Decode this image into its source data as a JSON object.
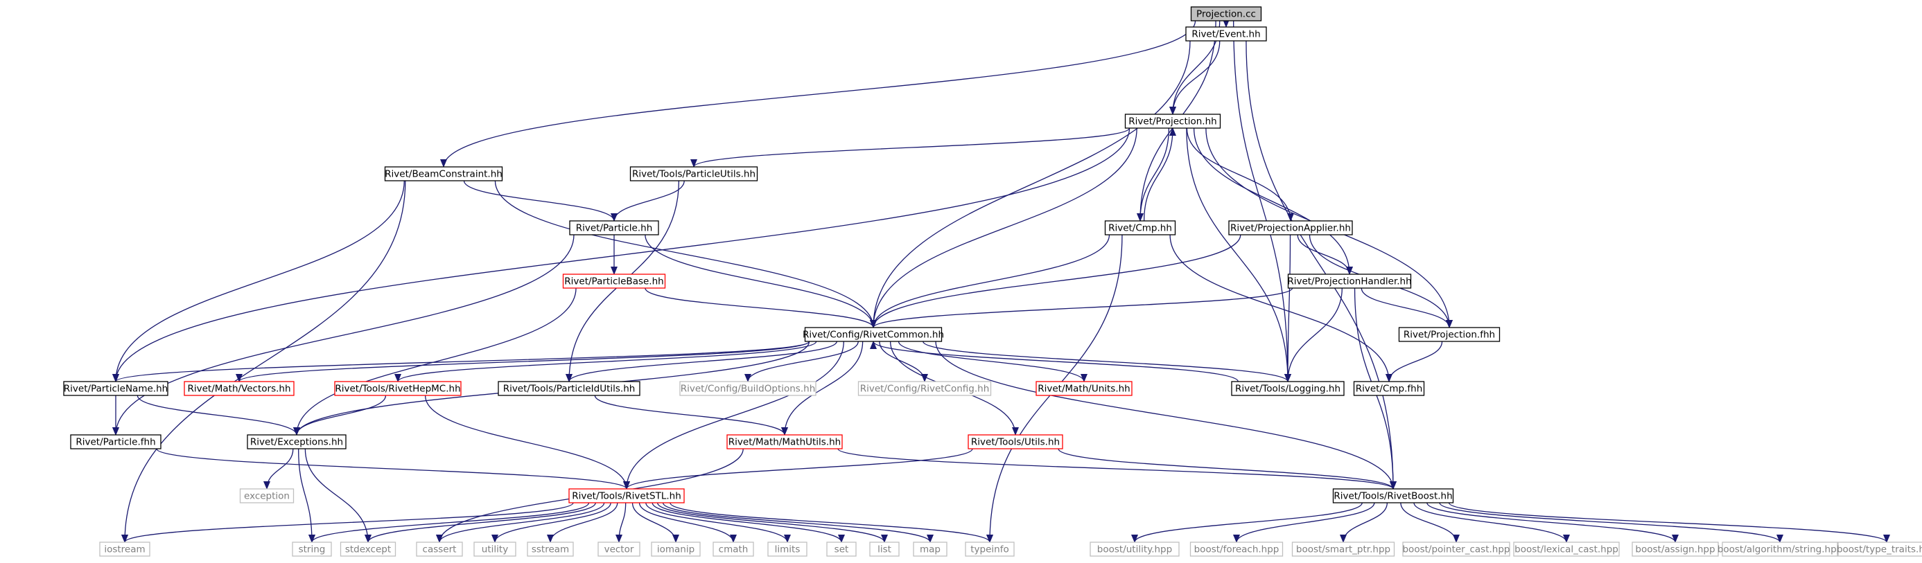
{
  "graph": {
    "colors": {
      "edge": "#191970",
      "normal": "#000000",
      "truncated": "#ff0000",
      "external": "#bfbfbf",
      "root_fill": "#bfbfbf"
    },
    "nodes": [
      {
        "id": "projection_cc",
        "label": "Projection.cc",
        "kind": "root"
      },
      {
        "id": "event_hh",
        "label": "Rivet/Event.hh",
        "kind": "normal"
      },
      {
        "id": "projection_hh",
        "label": "Rivet/Projection.hh",
        "kind": "normal"
      },
      {
        "id": "beamconstraint_hh",
        "label": "Rivet/BeamConstraint.hh",
        "kind": "normal"
      },
      {
        "id": "particleutils_hh",
        "label": "Rivet/Tools/ParticleUtils.hh",
        "kind": "normal"
      },
      {
        "id": "cmp_hh",
        "label": "Rivet/Cmp.hh",
        "kind": "normal"
      },
      {
        "id": "projectionapplier_hh",
        "label": "Rivet/ProjectionApplier.hh",
        "kind": "normal"
      },
      {
        "id": "particle_hh",
        "label": "Rivet/Particle.hh",
        "kind": "normal"
      },
      {
        "id": "projectionhandler_hh",
        "label": "Rivet/ProjectionHandler.hh",
        "kind": "normal"
      },
      {
        "id": "particlebase_hh",
        "label": "Rivet/ParticleBase.hh",
        "kind": "truncated"
      },
      {
        "id": "rivetcommon_hh",
        "label": "Rivet/Config/RivetCommon.hh",
        "kind": "normal"
      },
      {
        "id": "projection_fhh",
        "label": "Rivet/Projection.fhh",
        "kind": "normal"
      },
      {
        "id": "particlename_hh",
        "label": "Rivet/ParticleName.hh",
        "kind": "normal"
      },
      {
        "id": "vectors_hh",
        "label": "Rivet/Math/Vectors.hh",
        "kind": "truncated"
      },
      {
        "id": "rivethepmc_hh",
        "label": "Rivet/Tools/RivetHepMC.hh",
        "kind": "truncated"
      },
      {
        "id": "particleidutils_hh",
        "label": "Rivet/Tools/ParticleIdUtils.hh",
        "kind": "normal"
      },
      {
        "id": "buildoptions_hh",
        "label": "Rivet/Config/BuildOptions.hh",
        "kind": "external"
      },
      {
        "id": "rivetconfig_hh",
        "label": "Rivet/Config/RivetConfig.hh",
        "kind": "external"
      },
      {
        "id": "units_hh",
        "label": "Rivet/Math/Units.hh",
        "kind": "truncated"
      },
      {
        "id": "logging_hh",
        "label": "Rivet/Tools/Logging.hh",
        "kind": "normal"
      },
      {
        "id": "cmp_fhh",
        "label": "Rivet/Cmp.fhh",
        "kind": "normal"
      },
      {
        "id": "exceptions_hh",
        "label": "Rivet/Exceptions.hh",
        "kind": "normal"
      },
      {
        "id": "particle_fhh",
        "label": "Rivet/Particle.fhh",
        "kind": "normal"
      },
      {
        "id": "mathutils_hh",
        "label": "Rivet/Math/MathUtils.hh",
        "kind": "truncated"
      },
      {
        "id": "utils_hh",
        "label": "Rivet/Tools/Utils.hh",
        "kind": "truncated"
      },
      {
        "id": "exception",
        "label": "exception",
        "kind": "external"
      },
      {
        "id": "rivetstl_hh",
        "label": "Rivet/Tools/RivetSTL.hh",
        "kind": "truncated"
      },
      {
        "id": "rivetboost_hh",
        "label": "Rivet/Tools/RivetBoost.hh",
        "kind": "normal"
      },
      {
        "id": "iostream",
        "label": "iostream",
        "kind": "external"
      },
      {
        "id": "string",
        "label": "string",
        "kind": "external"
      },
      {
        "id": "stdexcept",
        "label": "stdexcept",
        "kind": "external"
      },
      {
        "id": "cassert",
        "label": "cassert",
        "kind": "external"
      },
      {
        "id": "utility",
        "label": "utility",
        "kind": "external"
      },
      {
        "id": "sstream",
        "label": "sstream",
        "kind": "external"
      },
      {
        "id": "vector",
        "label": "vector",
        "kind": "external"
      },
      {
        "id": "iomanip",
        "label": "iomanip",
        "kind": "external"
      },
      {
        "id": "cmath",
        "label": "cmath",
        "kind": "external"
      },
      {
        "id": "limits",
        "label": "limits",
        "kind": "external"
      },
      {
        "id": "set",
        "label": "set",
        "kind": "external"
      },
      {
        "id": "list",
        "label": "list",
        "kind": "external"
      },
      {
        "id": "map",
        "label": "map",
        "kind": "external"
      },
      {
        "id": "typeinfo",
        "label": "typeinfo",
        "kind": "external"
      },
      {
        "id": "boost_utility",
        "label": "boost/utility.hpp",
        "kind": "external"
      },
      {
        "id": "boost_foreach",
        "label": "boost/foreach.hpp",
        "kind": "external"
      },
      {
        "id": "boost_smart_ptr",
        "label": "boost/smart_ptr.hpp",
        "kind": "external"
      },
      {
        "id": "boost_pointer_cast",
        "label": "boost/pointer_cast.hpp",
        "kind": "external"
      },
      {
        "id": "boost_lexical_cast",
        "label": "boost/lexical_cast.hpp",
        "kind": "external"
      },
      {
        "id": "boost_assign",
        "label": "boost/assign.hpp",
        "kind": "external"
      },
      {
        "id": "boost_algorithm_string",
        "label": "boost/algorithm/string.hpp",
        "kind": "external"
      },
      {
        "id": "boost_type_traits",
        "label": "boost/type_traits.hpp",
        "kind": "external"
      }
    ],
    "edges": [
      [
        "projection_cc",
        "event_hh"
      ],
      [
        "projection_cc",
        "projection_hh"
      ],
      [
        "projection_cc",
        "beamconstraint_hh"
      ],
      [
        "projection_cc",
        "cmp_hh"
      ],
      [
        "projection_cc",
        "logging_hh"
      ],
      [
        "event_hh",
        "projection_hh"
      ],
      [
        "event_hh",
        "rivetcommon_hh"
      ],
      [
        "event_hh",
        "rivetboost_hh"
      ],
      [
        "projection_hh",
        "particleutils_hh"
      ],
      [
        "projection_hh",
        "cmp_hh"
      ],
      [
        "projection_hh",
        "projectionapplier_hh"
      ],
      [
        "projection_hh",
        "projectionhandler_hh"
      ],
      [
        "projection_hh",
        "projection_fhh"
      ],
      [
        "projection_hh",
        "rivetcommon_hh"
      ],
      [
        "projection_hh",
        "logging_hh"
      ],
      [
        "projection_hh",
        "particlename_hh"
      ],
      [
        "beamconstraint_hh",
        "particle_hh"
      ],
      [
        "beamconstraint_hh",
        "rivetcommon_hh"
      ],
      [
        "beamconstraint_hh",
        "particlename_hh"
      ],
      [
        "beamconstraint_hh",
        "iostream"
      ],
      [
        "particleutils_hh",
        "particle_hh"
      ],
      [
        "particleutils_hh",
        "particleidutils_hh"
      ],
      [
        "cmp_hh",
        "projection_hh"
      ],
      [
        "cmp_hh",
        "rivetcommon_hh"
      ],
      [
        "cmp_hh",
        "cmp_fhh"
      ],
      [
        "cmp_hh",
        "typeinfo"
      ],
      [
        "projectionapplier_hh",
        "rivetcommon_hh"
      ],
      [
        "projectionapplier_hh",
        "projectionhandler_hh"
      ],
      [
        "projectionapplier_hh",
        "projection_fhh"
      ],
      [
        "projectionapplier_hh",
        "logging_hh"
      ],
      [
        "particle_hh",
        "particlebase_hh"
      ],
      [
        "particle_hh",
        "rivetcommon_hh"
      ],
      [
        "particle_hh",
        "particle_fhh"
      ],
      [
        "projectionhandler_hh",
        "rivetcommon_hh"
      ],
      [
        "projectionhandler_hh",
        "projection_fhh"
      ],
      [
        "projectionhandler_hh",
        "logging_hh"
      ],
      [
        "projectionhandler_hh",
        "rivetboost_hh"
      ],
      [
        "particlebase_hh",
        "rivetcommon_hh"
      ],
      [
        "particlebase_hh",
        "exceptions_hh"
      ],
      [
        "rivetcommon_hh",
        "particlename_hh"
      ],
      [
        "rivetcommon_hh",
        "vectors_hh"
      ],
      [
        "rivetcommon_hh",
        "rivethepmc_hh"
      ],
      [
        "rivetcommon_hh",
        "particleidutils_hh"
      ],
      [
        "rivetcommon_hh",
        "buildoptions_hh"
      ],
      [
        "rivetcommon_hh",
        "rivetconfig_hh"
      ],
      [
        "rivetcommon_hh",
        "units_hh"
      ],
      [
        "rivetcommon_hh",
        "logging_hh"
      ],
      [
        "rivetcommon_hh",
        "mathutils_hh"
      ],
      [
        "rivetcommon_hh",
        "utils_hh"
      ],
      [
        "rivetcommon_hh",
        "rivetstl_hh"
      ],
      [
        "rivetcommon_hh",
        "rivetboost_hh"
      ],
      [
        "rivetcommon_hh",
        "exceptions_hh"
      ],
      [
        "projection_fhh",
        "cmp_fhh"
      ],
      [
        "particlename_hh",
        "particle_fhh"
      ],
      [
        "particlename_hh",
        "exceptions_hh"
      ],
      [
        "rivethepmc_hh",
        "exceptions_hh"
      ],
      [
        "rivethepmc_hh",
        "rivetstl_hh"
      ],
      [
        "particleidutils_hh",
        "mathutils_hh"
      ],
      [
        "logging_hh",
        "rivetcommon_hh"
      ],
      [
        "exceptions_hh",
        "exception"
      ],
      [
        "exceptions_hh",
        "string"
      ],
      [
        "exceptions_hh",
        "stdexcept"
      ],
      [
        "particle_fhh",
        "rivetstl_hh"
      ],
      [
        "mathutils_hh",
        "rivetboost_hh"
      ],
      [
        "mathutils_hh",
        "cassert"
      ],
      [
        "utils_hh",
        "rivetstl_hh"
      ],
      [
        "utils_hh",
        "rivetboost_hh"
      ],
      [
        "rivetstl_hh",
        "iostream"
      ],
      [
        "rivetstl_hh",
        "string"
      ],
      [
        "rivetstl_hh",
        "stdexcept"
      ],
      [
        "rivetstl_hh",
        "cassert"
      ],
      [
        "rivetstl_hh",
        "utility"
      ],
      [
        "rivetstl_hh",
        "sstream"
      ],
      [
        "rivetstl_hh",
        "vector"
      ],
      [
        "rivetstl_hh",
        "iomanip"
      ],
      [
        "rivetstl_hh",
        "cmath"
      ],
      [
        "rivetstl_hh",
        "limits"
      ],
      [
        "rivetstl_hh",
        "set"
      ],
      [
        "rivetstl_hh",
        "list"
      ],
      [
        "rivetstl_hh",
        "map"
      ],
      [
        "rivetstl_hh",
        "typeinfo"
      ],
      [
        "rivetboost_hh",
        "boost_utility"
      ],
      [
        "rivetboost_hh",
        "boost_foreach"
      ],
      [
        "rivetboost_hh",
        "boost_smart_ptr"
      ],
      [
        "rivetboost_hh",
        "boost_pointer_cast"
      ],
      [
        "rivetboost_hh",
        "boost_lexical_cast"
      ],
      [
        "rivetboost_hh",
        "boost_assign"
      ],
      [
        "rivetboost_hh",
        "boost_algorithm_string"
      ],
      [
        "rivetboost_hh",
        "boost_type_traits"
      ]
    ]
  }
}
